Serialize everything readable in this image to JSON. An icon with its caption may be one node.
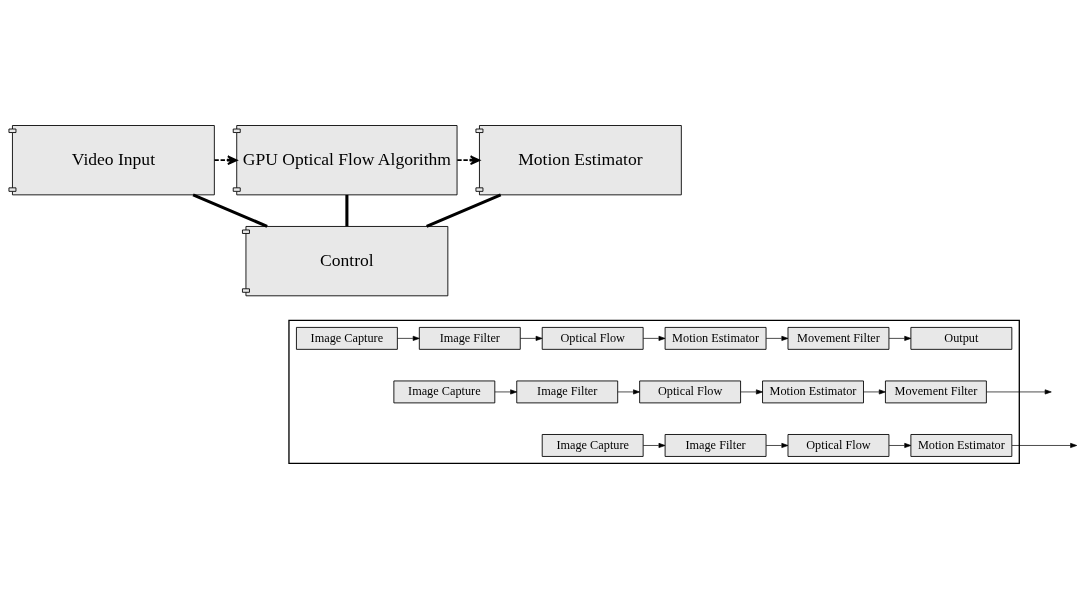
{
  "diagram": {
    "nodes": [
      {
        "text": [
          "Video Input"
        ]
      },
      {
        "text": [
          "GPU Optical Flow Algorithm"
        ]
      },
      {
        "text": [
          "Motion Estimator"
        ]
      },
      {
        "text": [
          "Control"
        ]
      },
      {
        "text": [],
        "shape": "box"
      },
      {
        "text": [
          "Image Capture"
        ],
        "in": 4
      },
      {
        "text": [
          "Image Filter"
        ],
        "in": 4
      },
      {
        "text": [
          "Optical Flow"
        ],
        "in": 4
      },
      {
        "text": [
          "Motion Estimator"
        ],
        "in": 4
      },
      {
        "text": [
          "Movement Filter"
        ],
        "in": 4
      },
      {
        "text": [
          "Output"
        ],
        "in": 4
      },
      {
        "text": [
          "Image Capture"
        ],
        "in": 4
      },
      {
        "text": [
          "Image Filter"
        ],
        "in": 4
      },
      {
        "text": [
          "Optical Flow"
        ],
        "in": 4
      },
      {
        "text": [
          "Motion Estimator"
        ],
        "in": 4
      },
      {
        "text": [
          "Movement Filter"
        ],
        "in": 4
      },
      {
        "text": [
          "Image Capture"
        ],
        "in": 4
      },
      {
        "text": [
          "Image Filter"
        ],
        "in": 4
      },
      {
        "text": [
          "Optical Flow"
        ],
        "in": 4
      },
      {
        "text": [
          "Motion Estimator"
        ],
        "in": 4
      }
    ],
    "edges": [
      {
        "from": 0,
        "to": 1,
        "arrow": "to",
        "style": "dashed"
      },
      {
        "from": 1,
        "to": 2,
        "arrow": "to",
        "style": "dashed"
      },
      {
        "from": 0,
        "to": 3,
        "arrow": "none",
        "style": "thick"
      },
      {
        "from": 1,
        "to": 3,
        "arrow": "none",
        "style": "thick"
      },
      {
        "from": 2,
        "to": 3,
        "arrow": "none",
        "style": "thick"
      },
      {
        "from": 5,
        "to": 6,
        "arrow": "to"
      },
      {
        "from": 6,
        "to": 7,
        "arrow": "to"
      },
      {
        "from": 7,
        "to": 8,
        "arrow": "to"
      },
      {
        "from": 8,
        "to": 9,
        "arrow": "to"
      },
      {
        "from": 9,
        "to": 10,
        "arrow": "to"
      },
      {
        "from": 11,
        "to": 12,
        "arrow": "to"
      },
      {
        "from": 12,
        "to": 13,
        "arrow": "to"
      },
      {
        "from": 13,
        "to": 14,
        "arrow": "to"
      },
      {
        "from": 14,
        "to": 15,
        "arrow": "to"
      },
      {
        "from": 15,
        "to": null,
        "arrow": "to"
      },
      {
        "from": 16,
        "to": 17,
        "arrow": "to"
      },
      {
        "from": 17,
        "to": 18,
        "arrow": "to"
      },
      {
        "from": 18,
        "to": 19,
        "arrow": "to"
      },
      {
        "from": 19,
        "to": null,
        "arrow": "to"
      }
    ]
  }
}
